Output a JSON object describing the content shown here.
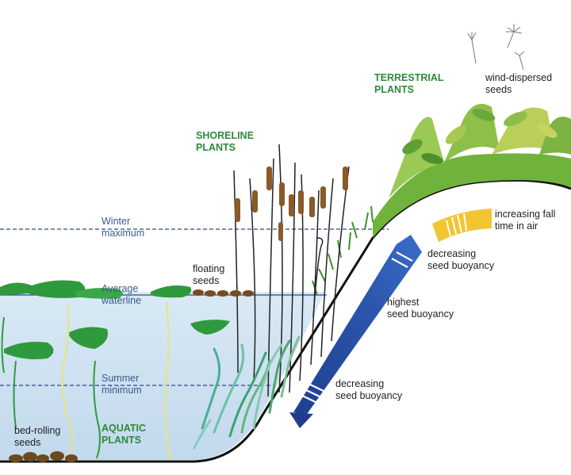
{
  "groups": {
    "terrestrial": "TERRESTRIAL\nPLANTS",
    "shoreline": "SHORELINE\nPLANTS",
    "aquatic": "AQUATIC\nPLANTS"
  },
  "water_levels": {
    "winter": "Winter\nmaximum",
    "average": "Average\nwaterline",
    "summer": "Summer\nminimum"
  },
  "seed_labels": {
    "wind": "wind-dispersed\nseeds",
    "floating": "floating\nseeds",
    "bed_rolling": "bed-rolling\nseeds"
  },
  "gradient_labels": {
    "fall_time": "increasing fall\ntime in air",
    "decreasing_upper": "decreasing\nseed buoyancy",
    "highest": "highest\nseed buoyancy",
    "decreasing_lower": "decreasing\nseed buoyancy"
  },
  "colors": {
    "water": "#cfe3f2",
    "water_line": "#2b4a8a",
    "buoyancy_arrow": "#1f3d8c",
    "fall_arrow": "#f2c531",
    "group_label": "#2d8a3a",
    "ground": "#111111"
  }
}
